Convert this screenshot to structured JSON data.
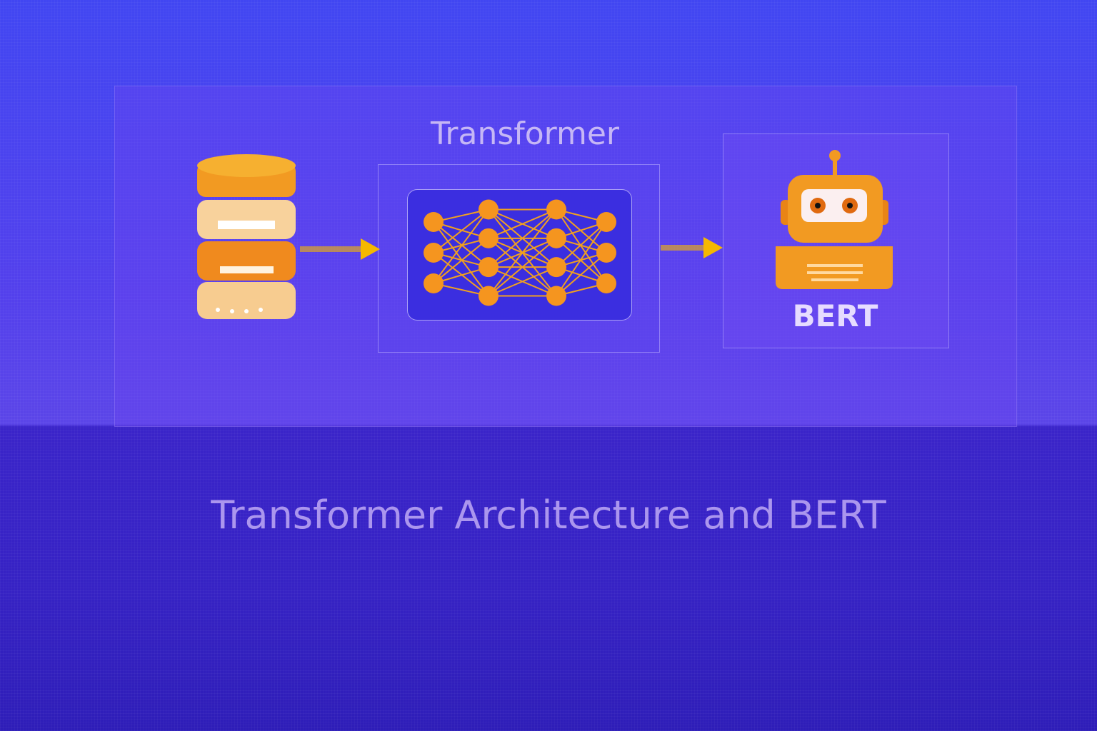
{
  "diagram": {
    "transformer_label": "Transformer",
    "model_label": "BERT",
    "caption": "Transformer Architecture and BERT",
    "network_layers": [
      3,
      4,
      4,
      3
    ],
    "colors": {
      "accent": "#f5951f",
      "arrow": "#f5b800",
      "background": "#4a40ee",
      "footer": "#3422c2"
    }
  }
}
